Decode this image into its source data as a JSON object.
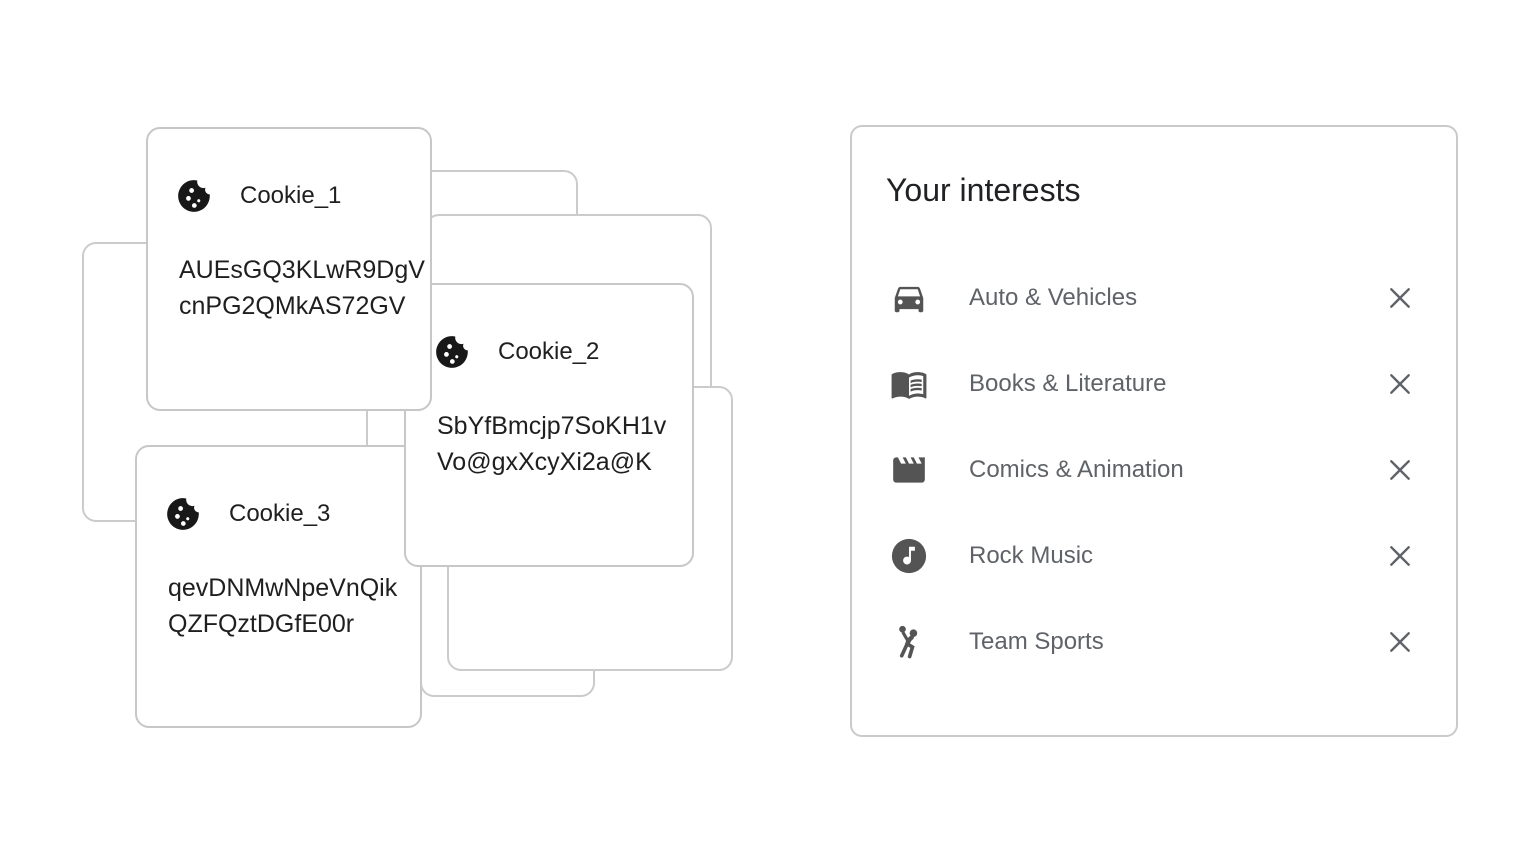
{
  "cards": [
    {
      "title": "Cookie_1",
      "line1": "AUEsGQ3KLwR9DgV",
      "line2": "cnPG2QMkAS72GV"
    },
    {
      "title": "Cookie_2",
      "line1": "SbYfBmcjp7SoKH1v",
      "line2": "Vo@gxXcyXi2a@K"
    },
    {
      "title": "Cookie_3",
      "line1": "qevDNMwNpeVnQik",
      "line2": "QZFQztDGfE00r"
    }
  ],
  "panel": {
    "title": "Your interests",
    "items": [
      {
        "label": "Auto & Vehicles",
        "icon": "car-icon"
      },
      {
        "label": "Books & Literature",
        "icon": "book-icon"
      },
      {
        "label": "Comics & Animation",
        "icon": "clapperboard-icon"
      },
      {
        "label": "Rock Music",
        "icon": "music-note-circle-icon"
      },
      {
        "label": "Team Sports",
        "icon": "handball-player-icon"
      }
    ]
  },
  "colors": {
    "card_border": "#c5c7c9",
    "panel_border": "#c8cacc",
    "text_primary": "#1f1f1f",
    "text_secondary": "#5f6368",
    "icon_gray": "#545454",
    "icon_black": "#181818"
  }
}
